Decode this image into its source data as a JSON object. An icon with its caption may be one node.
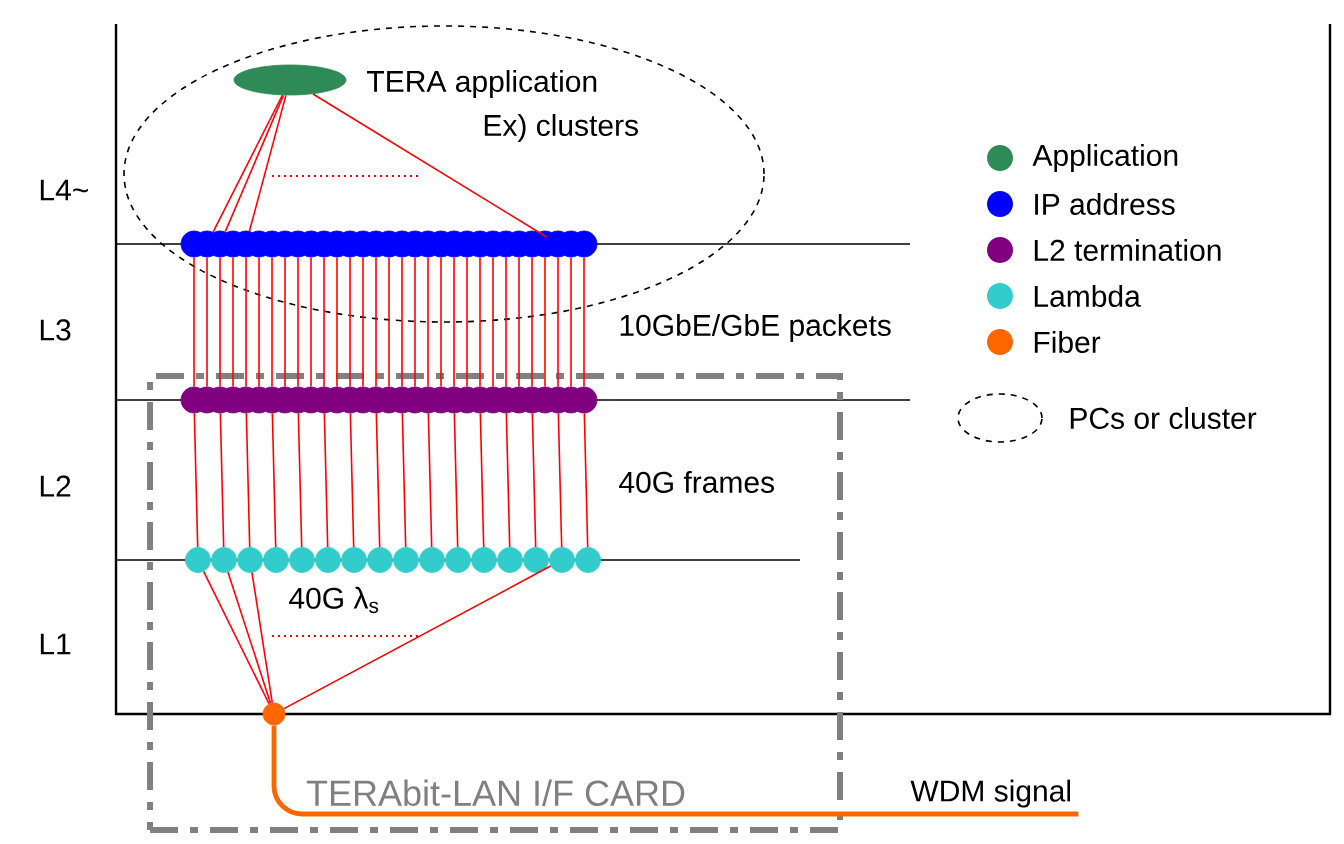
{
  "diagram": {
    "nodes": [
      {
        "text": [],
        "shape": "ellipse"
      },
      {
        "text": [],
        "shape": "ellipse",
        "beside": [
          "TERA application",
          "Ex) clusters"
        ],
        "in": 0
      },
      {
        "text": [],
        "shape": "circle",
        "in": 0
      },
      {
        "text": [],
        "shape": "circle",
        "in": 0
      },
      {
        "text": [],
        "shape": "circle",
        "in": 0
      },
      {
        "text": [],
        "shape": "circle",
        "in": 0
      },
      {
        "text": [],
        "shape": "circle",
        "in": 0
      },
      {
        "text": [],
        "shape": "circle",
        "in": 0
      },
      {
        "text": [],
        "shape": "circle",
        "in": 0
      },
      {
        "text": [],
        "shape": "circle",
        "in": 0
      },
      {
        "text": [],
        "shape": "circle",
        "in": 0
      },
      {
        "text": [],
        "shape": "circle",
        "in": 0
      },
      {
        "text": [],
        "shape": "circle",
        "in": 0
      },
      {
        "text": [],
        "shape": "circle",
        "in": 0
      },
      {
        "text": [],
        "shape": "circle",
        "in": 0
      },
      {
        "text": [],
        "shape": "circle",
        "in": 0
      },
      {
        "text": [],
        "shape": "circle",
        "in": 0
      },
      {
        "text": [],
        "shape": "circle",
        "in": 0
      },
      {
        "text": [],
        "shape": "circle",
        "in": 0
      },
      {
        "text": [],
        "shape": "circle",
        "in": 0
      },
      {
        "text": [],
        "shape": "circle",
        "in": 0
      },
      {
        "text": [],
        "shape": "circle",
        "in": 0
      },
      {
        "text": [],
        "shape": "circle",
        "in": 0
      },
      {
        "text": [],
        "shape": "circle",
        "in": 0
      },
      {
        "text": [],
        "shape": "circle",
        "in": 0
      },
      {
        "text": [],
        "shape": "circle",
        "in": 0
      },
      {
        "text": [],
        "shape": "circle",
        "in": 0
      },
      {
        "text": [],
        "shape": "circle",
        "in": 0
      },
      {
        "text": [],
        "shape": "circle",
        "in": 0
      },
      {
        "text": [],
        "shape": "circle",
        "in": 0
      },
      {
        "text": [],
        "shape": "circle",
        "in": 0
      },
      {
        "text": [],
        "shape": "circle",
        "in": 0
      },
      {
        "text": [],
        "shape": "circle",
        "in": 0
      },
      {
        "text": [
          "TERAbit-LAN I/F CARD"
        ]
      },
      {
        "text": [],
        "shape": "circle",
        "in": 33
      },
      {
        "text": [],
        "shape": "circle",
        "in": 33
      },
      {
        "text": [],
        "shape": "circle",
        "in": 33
      },
      {
        "text": [],
        "shape": "circle",
        "in": 33
      },
      {
        "text": [],
        "shape": "circle",
        "in": 33
      },
      {
        "text": [],
        "shape": "circle",
        "in": 33
      },
      {
        "text": [],
        "shape": "circle",
        "in": 33
      },
      {
        "text": [],
        "shape": "circle",
        "in": 33
      },
      {
        "text": [],
        "shape": "circle",
        "in": 33
      },
      {
        "text": [],
        "shape": "circle",
        "in": 33
      },
      {
        "text": [],
        "shape": "circle",
        "in": 33
      },
      {
        "text": [],
        "shape": "circle",
        "in": 33
      },
      {
        "text": [],
        "shape": "circle",
        "in": 33
      },
      {
        "text": [],
        "shape": "circle",
        "in": 33
      },
      {
        "text": [],
        "shape": "circle",
        "in": 33
      },
      {
        "text": [],
        "shape": "circle",
        "in": 33
      },
      {
        "text": [],
        "shape": "circle",
        "in": 33
      },
      {
        "text": [],
        "shape": "circle",
        "in": 33
      },
      {
        "text": [],
        "shape": "circle",
        "in": 33
      },
      {
        "text": [],
        "shape": "circle",
        "in": 33
      },
      {
        "text": [],
        "shape": "circle",
        "in": 33
      },
      {
        "text": [],
        "shape": "circle",
        "in": 33
      },
      {
        "text": [],
        "shape": "circle",
        "in": 33
      },
      {
        "text": [],
        "shape": "circle",
        "in": 33
      },
      {
        "text": [],
        "shape": "circle",
        "in": 33
      },
      {
        "text": [],
        "shape": "circle",
        "in": 33
      },
      {
        "text": [],
        "shape": "circle",
        "in": 33
      },
      {
        "text": [],
        "shape": "circle",
        "in": 33
      },
      {
        "text": [],
        "shape": "circle",
        "in": 33
      },
      {
        "text": [],
        "shape": "circle",
        "in": 33
      },
      {
        "text": [],
        "shape": "circle",
        "in": 33
      },
      {
        "text": [],
        "shape": "circle",
        "in": 33
      },
      {
        "text": [],
        "shape": "circle",
        "in": 33
      },
      {
        "text": [],
        "shape": "circle",
        "in": 33
      },
      {
        "text": [],
        "shape": "circle",
        "in": 33
      },
      {
        "text": [],
        "shape": "circle",
        "in": 33
      },
      {
        "text": [],
        "shape": "circle",
        "in": 33
      },
      {
        "text": [],
        "shape": "circle",
        "in": 33
      },
      {
        "text": [],
        "shape": "circle",
        "in": 33
      },
      {
        "text": [],
        "shape": "circle",
        "in": 33
      },
      {
        "text": [],
        "shape": "circle",
        "in": 33
      },
      {
        "text": [],
        "shape": "circle",
        "in": 33
      },
      {
        "text": [],
        "shape": "circle",
        "in": 33
      },
      {
        "text": [],
        "shape": "circle",
        "in": 33
      },
      {
        "text": [],
        "shape": "circle",
        "in": 33
      },
      {
        "text": [],
        "shape": "circle",
        "in": 33
      },
      {
        "text": [],
        "shape": "circle",
        "in": 33
      },
      {
        "text": [],
        "shape": "circle",
        "in": 33
      },
      {
        "text": [
          "WDM signal"
        ]
      }
    ],
    "edges": [
      {
        "from": 1,
        "to": 3,
        "arrow": "none"
      },
      {
        "from": 1,
        "to": 4,
        "arrow": "none"
      },
      {
        "from": 1,
        "to": 6,
        "arrow": "none"
      },
      {
        "from": 1,
        "to": 30,
        "arrow": "none"
      },
      {
        "from": 2,
        "to": 34,
        "arrow": "none"
      },
      {
        "from": 3,
        "to": 35,
        "arrow": "none"
      },
      {
        "from": 4,
        "to": 36,
        "arrow": "none"
      },
      {
        "from": 5,
        "to": 37,
        "arrow": "none"
      },
      {
        "from": 6,
        "to": 38,
        "arrow": "none"
      },
      {
        "from": 7,
        "to": 39,
        "arrow": "none"
      },
      {
        "from": 8,
        "to": 40,
        "arrow": "none"
      },
      {
        "from": 9,
        "to": 41,
        "arrow": "none"
      },
      {
        "from": 10,
        "to": 42,
        "arrow": "none"
      },
      {
        "from": 11,
        "to": 43,
        "arrow": "none"
      },
      {
        "from": 12,
        "to": 44,
        "arrow": "none"
      },
      {
        "from": 13,
        "to": 45,
        "arrow": "none"
      },
      {
        "from": 14,
        "to": 46,
        "arrow": "none"
      },
      {
        "from": 15,
        "to": 47,
        "arrow": "none"
      },
      {
        "from": 16,
        "to": 48,
        "arrow": "none"
      },
      {
        "from": 17,
        "to": 49,
        "arrow": "none"
      },
      {
        "from": 18,
        "to": 50,
        "arrow": "none"
      },
      {
        "from": 19,
        "to": 51,
        "arrow": "none"
      },
      {
        "from": 20,
        "to": 52,
        "arrow": "none"
      },
      {
        "from": 21,
        "to": 53,
        "arrow": "none"
      },
      {
        "from": 22,
        "to": 54,
        "arrow": "none"
      },
      {
        "from": 23,
        "to": 55,
        "arrow": "none"
      },
      {
        "from": 24,
        "to": 56,
        "arrow": "none"
      },
      {
        "from": 25,
        "to": 57,
        "arrow": "none"
      },
      {
        "from": 26,
        "to": 58,
        "arrow": "none"
      },
      {
        "from": 27,
        "to": 59,
        "arrow": "none"
      },
      {
        "from": 28,
        "to": 60,
        "arrow": "none"
      },
      {
        "from": 29,
        "to": 61,
        "arrow": "none"
      },
      {
        "from": 30,
        "to": 62,
        "arrow": "none"
      },
      {
        "from": 31,
        "to": 63,
        "arrow": "none"
      },
      {
        "from": 32,
        "to": 64,
        "arrow": "none"
      },
      {
        "from": 34,
        "to": 65,
        "arrow": "none"
      },
      {
        "from": 36,
        "to": 66,
        "arrow": "none"
      },
      {
        "from": 38,
        "to": 67,
        "arrow": "none"
      },
      {
        "from": 40,
        "to": 68,
        "arrow": "none"
      },
      {
        "from": 42,
        "to": 69,
        "arrow": "none"
      },
      {
        "from": 44,
        "to": 70,
        "arrow": "none"
      },
      {
        "from": 46,
        "to": 71,
        "arrow": "none"
      },
      {
        "from": 48,
        "to": 72,
        "arrow": "none"
      },
      {
        "from": 50,
        "to": 73,
        "arrow": "none"
      },
      {
        "from": 52,
        "to": 74,
        "arrow": "none"
      },
      {
        "from": 54,
        "to": 75,
        "arrow": "none"
      },
      {
        "from": 56,
        "to": 76,
        "arrow": "none"
      },
      {
        "from": 58,
        "to": 77,
        "arrow": "none"
      },
      {
        "from": 60,
        "to": 78,
        "arrow": "none"
      },
      {
        "from": 62,
        "to": 79,
        "arrow": "none"
      },
      {
        "from": 64,
        "to": 80,
        "arrow": "none"
      },
      {
        "from": 65,
        "to": 81,
        "arrow": "none"
      },
      {
        "from": 66,
        "to": 81,
        "arrow": "none"
      },
      {
        "from": 67,
        "to": 81,
        "arrow": "none"
      },
      {
        "from": 79,
        "to": 81,
        "arrow": "none"
      },
      {
        "from": 81,
        "to": 82,
        "arrow": "none",
        "style": "thick",
        "color": "#ff6600"
      }
    ],
    "labels": [
      "L4~",
      "L3",
      "L2",
      "L1",
      "10GbE/GbE packets",
      "40G frames",
      "40G λ$_{s}$"
    ],
    "legend": [
      {
        "text": "Application",
        "color": "#2e8b57"
      },
      {
        "text": "IP address",
        "color": "#0000ff"
      },
      {
        "text": "L2 termination",
        "color": "#800080"
      },
      {
        "text": "Lambda",
        "color": "#33cccc"
      },
      {
        "text": "Fiber",
        "color": "#ff6600"
      },
      {
        "text": "PCs or cluster"
      }
    ]
  }
}
